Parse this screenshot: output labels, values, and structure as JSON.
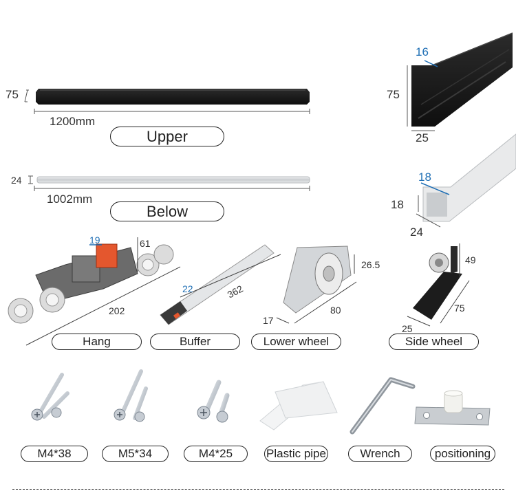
{
  "rails": {
    "upper": {
      "length_label": "1200mm",
      "height_label": "75",
      "name": "Upper",
      "profile": {
        "top": "16",
        "height": "75",
        "bottom": "25"
      }
    },
    "below": {
      "length_label": "1002mm",
      "height_label": "24",
      "name": "Below",
      "profile": {
        "top": "18",
        "height": "18",
        "bottom": "24"
      }
    }
  },
  "parts": {
    "hang": {
      "name": "Hang",
      "dim_blue": "19",
      "dim_height": "61",
      "dim_length": "202"
    },
    "buffer": {
      "name": "Buffer",
      "dim_blue": "22",
      "dim_length": "362"
    },
    "lower_wheel": {
      "name": "Lower wheel",
      "dim_height": "26.5",
      "dim_depth": "17",
      "dim_length": "80"
    },
    "side_wheel": {
      "name": "Side wheel",
      "dim_height": "49",
      "dim_length": "75",
      "dim_width": "25"
    }
  },
  "accessories": [
    {
      "name": "M4*38",
      "icon": "screw-icon"
    },
    {
      "name": "M5*34",
      "icon": "screw-icon"
    },
    {
      "name": "M4*25",
      "icon": "screw-icon"
    },
    {
      "name": "Plastic pipe",
      "icon": "anchor-icon"
    },
    {
      "name": "Wrench",
      "icon": "hex-key-icon"
    },
    {
      "name": "positioning",
      "icon": "door-guide-icon"
    }
  ],
  "colors": {
    "rail_black": "#1c1c1c",
    "rail_silver": "#d4d6d8",
    "dimension_blue": "#1f6fb5",
    "screw_steel": "#b9c0c8",
    "buffer_red": "#e4572e"
  }
}
